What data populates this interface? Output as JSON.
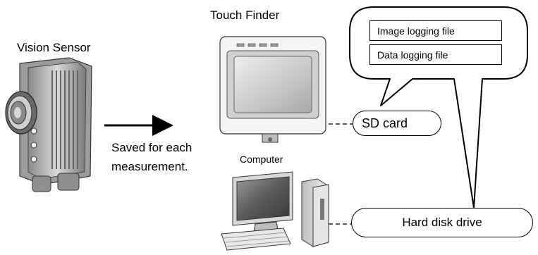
{
  "labels": {
    "vision_sensor": "Vision Sensor",
    "touch_finder": "Touch Finder",
    "saved_line1": "Saved for each",
    "saved_line2": "measurement.",
    "computer": "Computer"
  },
  "logging_files": [
    "Image logging file",
    "Data logging file"
  ],
  "storage": {
    "sd_card": "SD card",
    "hard_disk": "Hard disk drive"
  }
}
